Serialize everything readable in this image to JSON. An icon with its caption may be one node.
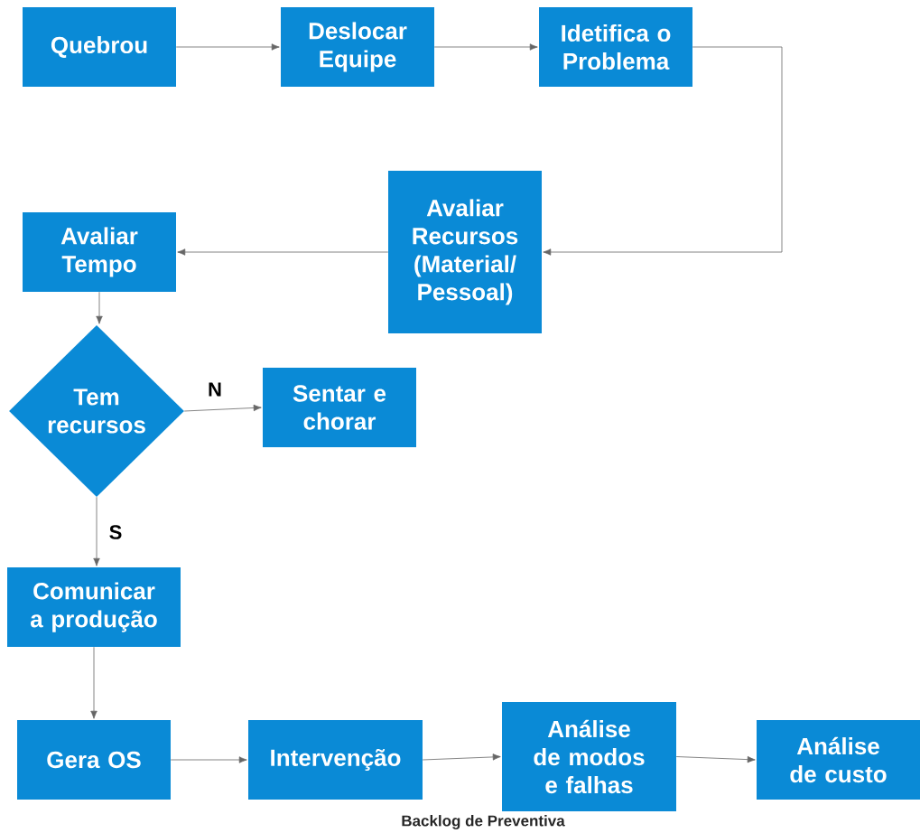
{
  "diagram": {
    "caption": "Backlog de Preventiva",
    "nodes": [
      {
        "text": [
          "Quebrou"
        ]
      },
      {
        "text": [
          "Deslocar Equipe"
        ]
      },
      {
        "text": [
          "Idetifica o Problema"
        ]
      },
      {
        "text": [
          "Avaliar Recursos (Material/ Pessoal)"
        ]
      },
      {
        "text": [
          "Avaliar Tempo"
        ]
      },
      {
        "text": [
          "Tem recursos"
        ]
      },
      {
        "text": [
          "Sentar e chorar"
        ]
      },
      {
        "text": [
          "Comunicar a produção"
        ]
      },
      {
        "text": [
          "Gera OS"
        ]
      },
      {
        "text": [
          "Intervenção"
        ]
      },
      {
        "text": [
          "Análise de modos e falhas"
        ]
      },
      {
        "text": [
          "Análise de custo"
        ]
      }
    ],
    "edges": [
      {
        "from": 0,
        "to": 1,
        "arrow": "to"
      },
      {
        "from": 1,
        "to": 2,
        "arrow": "to"
      },
      {
        "from": 2,
        "to": 3,
        "arrow": "to"
      },
      {
        "from": 3,
        "to": 4,
        "arrow": "to"
      },
      {
        "from": 4,
        "to": 5,
        "arrow": "to"
      },
      {
        "from": 5,
        "to": 6,
        "arrow": "to",
        "label": "N"
      },
      {
        "from": 5,
        "to": 7,
        "arrow": "to",
        "label": "S"
      },
      {
        "from": 7,
        "to": 8,
        "arrow": "to"
      },
      {
        "from": 8,
        "to": 9,
        "arrow": "to"
      },
      {
        "from": 9,
        "to": 10,
        "arrow": "to"
      },
      {
        "from": 10,
        "to": 11,
        "arrow": "to"
      }
    ]
  }
}
